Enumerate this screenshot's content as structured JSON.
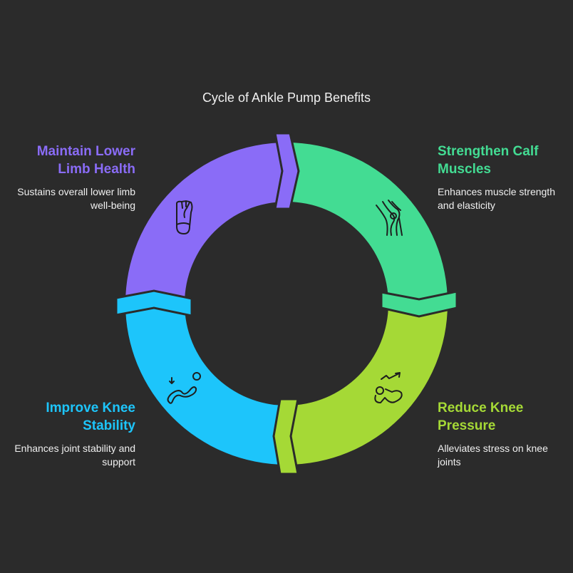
{
  "title": "Cycle of Ankle Pump Benefits",
  "colors": {
    "background": "#2b2b2b",
    "purple": "#8a6cf7",
    "green": "#43dc93",
    "lime": "#a5d936",
    "blue": "#1dc5fb"
  },
  "stages": [
    {
      "heading": "Maintain Lower Limb Health",
      "description": "Sustains overall lower limb well-being",
      "icon": "foot-icon"
    },
    {
      "heading": "Strengthen Calf Muscles",
      "description": "Enhances muscle strength and elasticity",
      "icon": "knee-joint-icon"
    },
    {
      "heading": "Reduce Knee Pressure",
      "description": "Alleviates stress on knee joints",
      "icon": "relief-trend-icon"
    },
    {
      "heading": "Improve Knee Stability",
      "description": "Enhances joint stability and support",
      "icon": "flexible-body-icon"
    }
  ]
}
